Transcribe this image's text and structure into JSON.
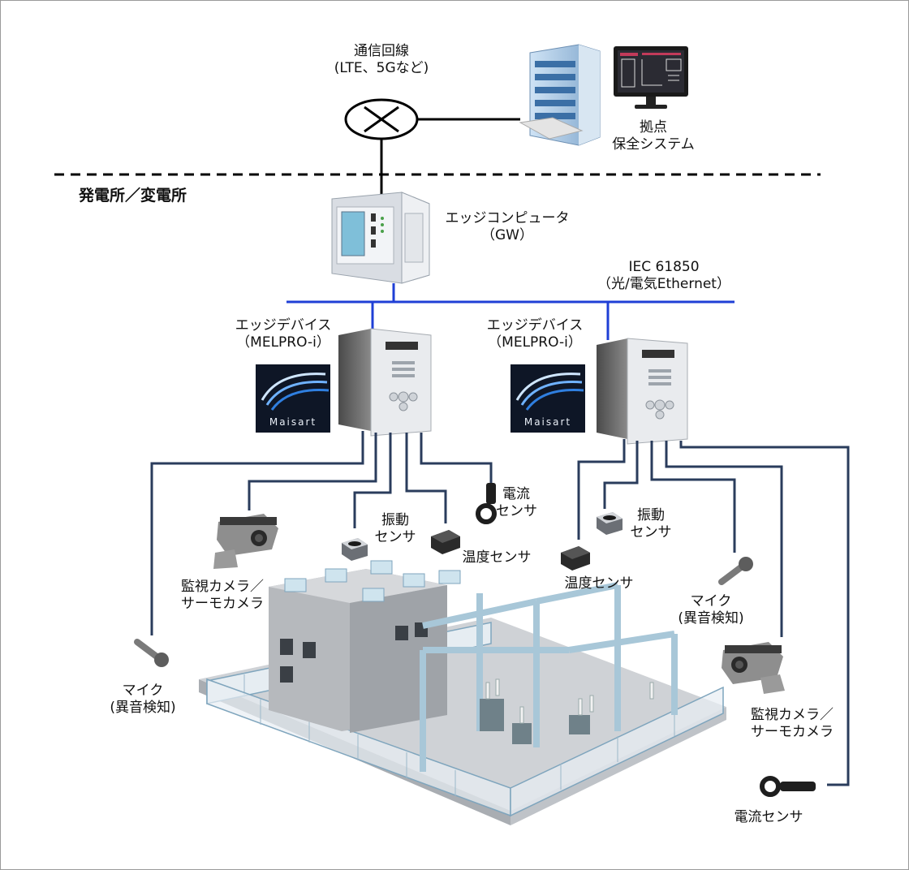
{
  "site_label": "発電所／変電所",
  "network": {
    "line1": "通信回線",
    "line2": "(LTE、5Gなど)"
  },
  "center": {
    "line1": "拠点",
    "line2": "保全システム"
  },
  "gateway": {
    "line1": "エッジコンピュータ",
    "line2": "（GW）"
  },
  "bus": {
    "line1": "IEC 61850",
    "line2": "（光/電気Ethernet）"
  },
  "edge_left": {
    "line1": "エッジデバイス",
    "line2": "（MELPRO-i）",
    "logo": "Maisart"
  },
  "edge_right": {
    "line1": "エッジデバイス",
    "line2": "（MELPRO-i）",
    "logo": "Maisart"
  },
  "left_sensors": {
    "current": {
      "line1": "電流",
      "line2": "センサ"
    },
    "vibration": {
      "line1": "振動",
      "line2": "センサ"
    },
    "temperature": "温度センサ",
    "camera": {
      "line1": "監視カメラ／",
      "line2": "サーモカメラ"
    },
    "mic": {
      "line1": "マイク",
      "line2": "(異音検知)"
    }
  },
  "right_sensors": {
    "vibration": {
      "line1": "振動",
      "line2": "センサ"
    },
    "temperature": "温度センサ",
    "mic": {
      "line1": "マイク",
      "line2": "(異音検知)"
    },
    "camera": {
      "line1": "監視カメラ／",
      "line2": "サーモカメラ"
    },
    "current": "電流センサ"
  },
  "colors": {
    "bus": "#1f3fd6",
    "sensor_wire": "#2a3c5c",
    "wan_wire": "#000000",
    "logo_bg": "#0e1626"
  }
}
